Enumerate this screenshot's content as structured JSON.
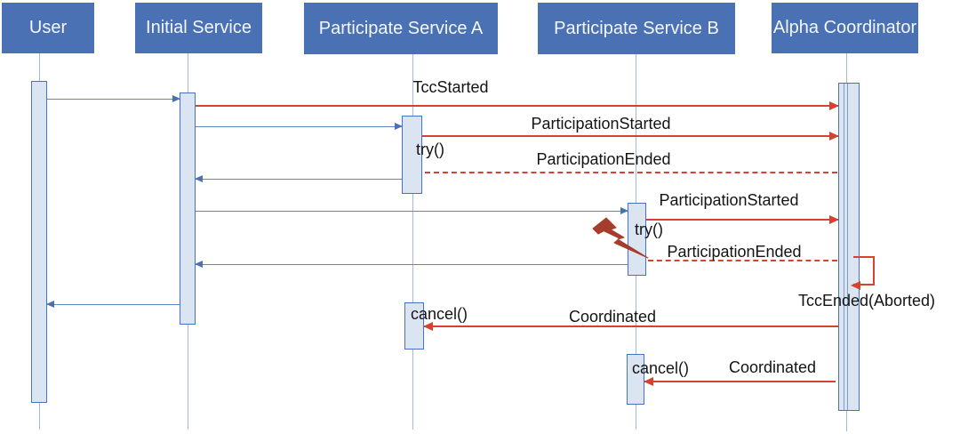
{
  "diagram_type": "uml-sequence-diagram",
  "participants": {
    "user": "User",
    "initial_service": "Initial Service",
    "participate_a": "Participate Service A",
    "participate_b": "Participate Service B",
    "coordinator": "Alpha Coordinator"
  },
  "messages": {
    "tcc_started": "TccStarted",
    "participation_started_a": "ParticipationStarted",
    "participation_ended_a": "ParticipationEnded",
    "participation_started_b": "ParticipationStarted",
    "participation_ended_b": "ParticipationEnded",
    "tcc_ended_aborted": "TccEnded(Aborted)",
    "coordinated_a": "Coordinated",
    "coordinated_b": "Coordinated"
  },
  "operations": {
    "try_a": "try()",
    "try_b": "try()",
    "cancel_a": "cancel()",
    "cancel_b": "cancel()"
  },
  "colors": {
    "header_fill": "#4a71b4",
    "header_text": "#f4f7fc",
    "activation_fill": "#dbe5f1",
    "activation_border": "#4472c4",
    "lifeline": "#a3bad6",
    "blue_message": "#6088c0",
    "red_message": "#d5432e",
    "lightning_bolt": "#a63d2c",
    "label_text": "#141414"
  }
}
